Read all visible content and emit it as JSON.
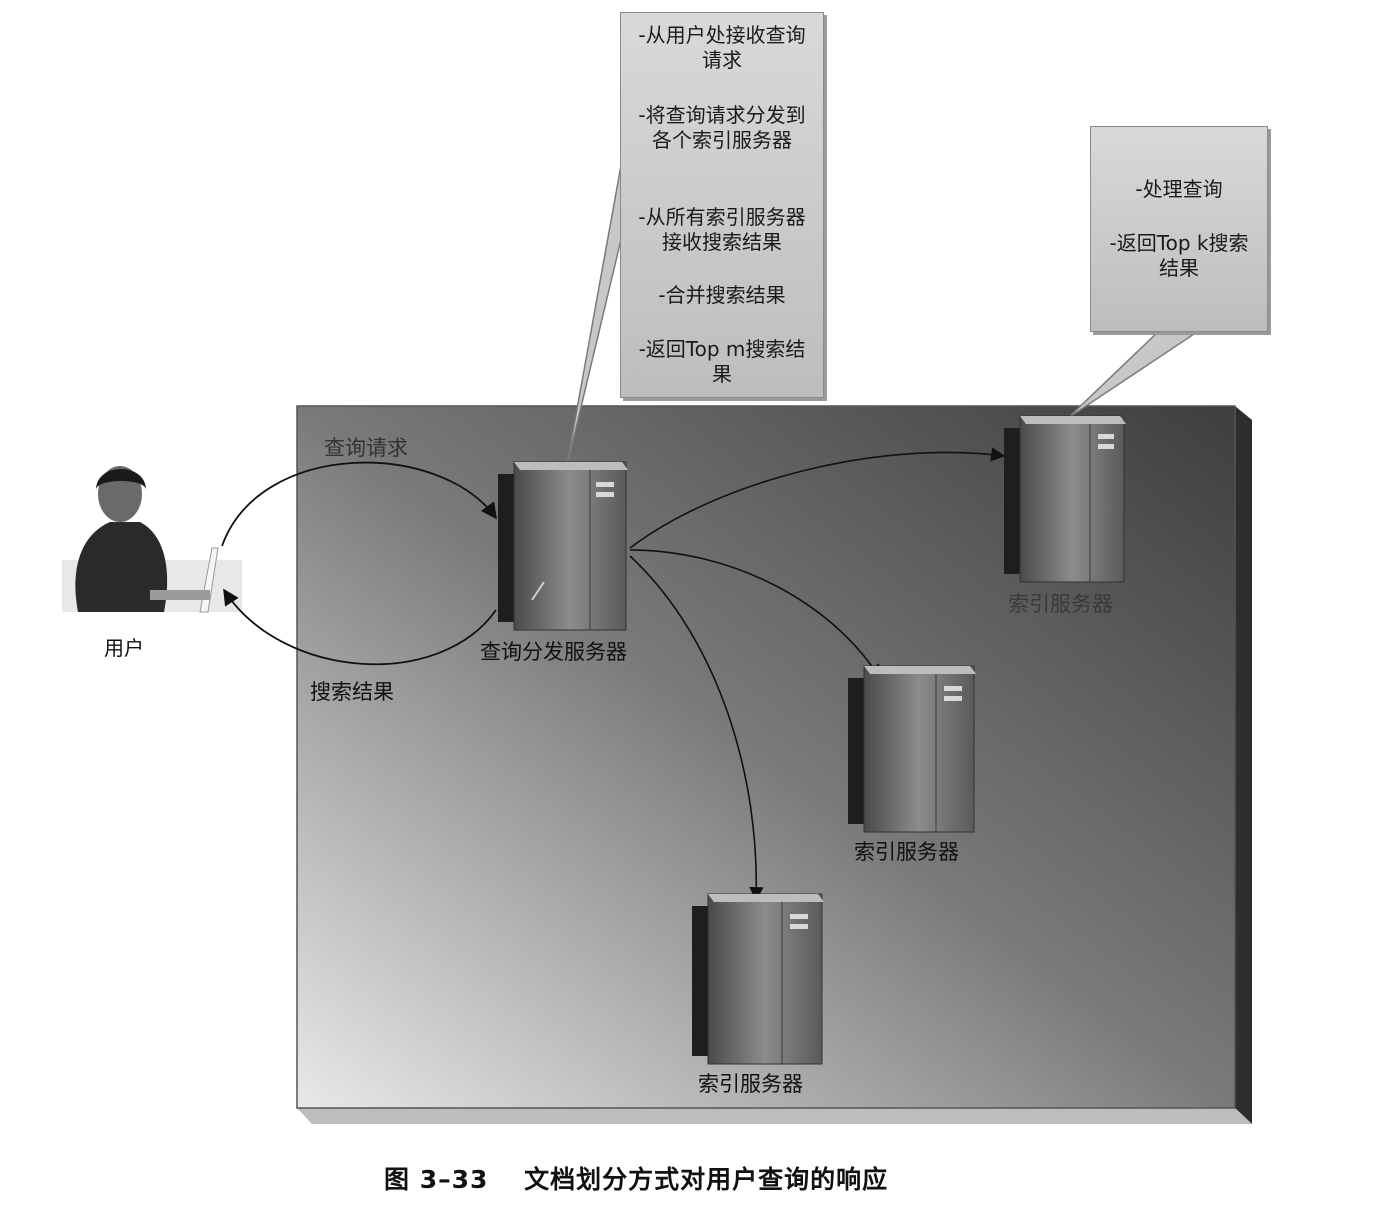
{
  "region_label": "查询请求",
  "user_label": "用户",
  "results_label": "搜索结果",
  "dispatcher_label": "查询分发服务器",
  "index_server_label": "索引服务器",
  "dispatcher_callout": [
    "-从用户处接收查询请求",
    "-将查询请求分发到各个索引服务器",
    "-从所有索引服务器接收搜索结果",
    "-合并搜索结果",
    "-返回Top m搜索结果"
  ],
  "index_callout": [
    "-处理查询",
    "-返回Top k搜索结果"
  ],
  "caption": {
    "number": "图 3–33",
    "title": "文档划分方式对用户查询的响应"
  }
}
